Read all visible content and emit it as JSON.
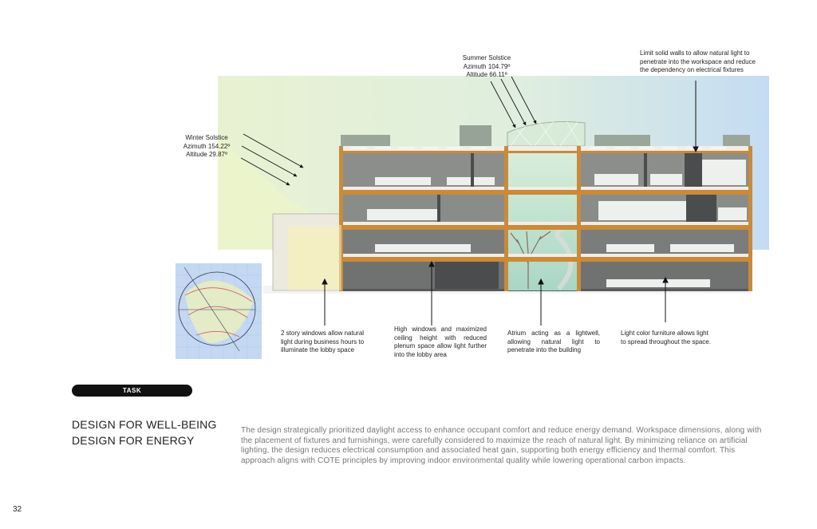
{
  "sun_labels": {
    "summer": [
      "Summer Solstice",
      "Azimuth 104.79º",
      "Altitude 66.11º"
    ],
    "winter": [
      "Winter Solstice",
      "Azimuth 154.22º",
      "Altitude 29.87º"
    ]
  },
  "annotations": {
    "walls": "Limit solid walls to allow natural light to penetrate into the workspace and reduce the dependency on electrical fixtures",
    "windows": "2 story windows allow natural light during business hours to illuminate the lobby space",
    "ceiling": "High windows and maximized ceiling height with reduced plenum space allow light further into the lobby area",
    "atrium": "Atrium acting as a lightwell, allowing natural light to penetrate into the building",
    "furniture": "Light color furniture allows light to spread throughout the space."
  },
  "task_label": "TASK",
  "heading": [
    "DESIGN FOR WELL-BEING",
    "DESIGN FOR ENERGY"
  ],
  "body": "The design strategically prioritized daylight access to enhance occupant comfort and reduce energy demand. Workspace dimensions, along with the placement of fixtures and furnishings, were carefully considered to maximize the reach of natural light. By minimizing reliance on artificial lighting, the design reduces electrical consumption and associated heat gain, supporting both energy efficiency and thermal comfort. This approach aligns with COTE principles by improving indoor environmental quality while lowering operational carbon impacts.",
  "page_number": "32",
  "colors": {
    "sky_blue": "#cfe3f5",
    "daylight_green": "#e3efc9",
    "timber": "#c98a3a",
    "slab": "#f1ede4",
    "pill": "#111111"
  }
}
